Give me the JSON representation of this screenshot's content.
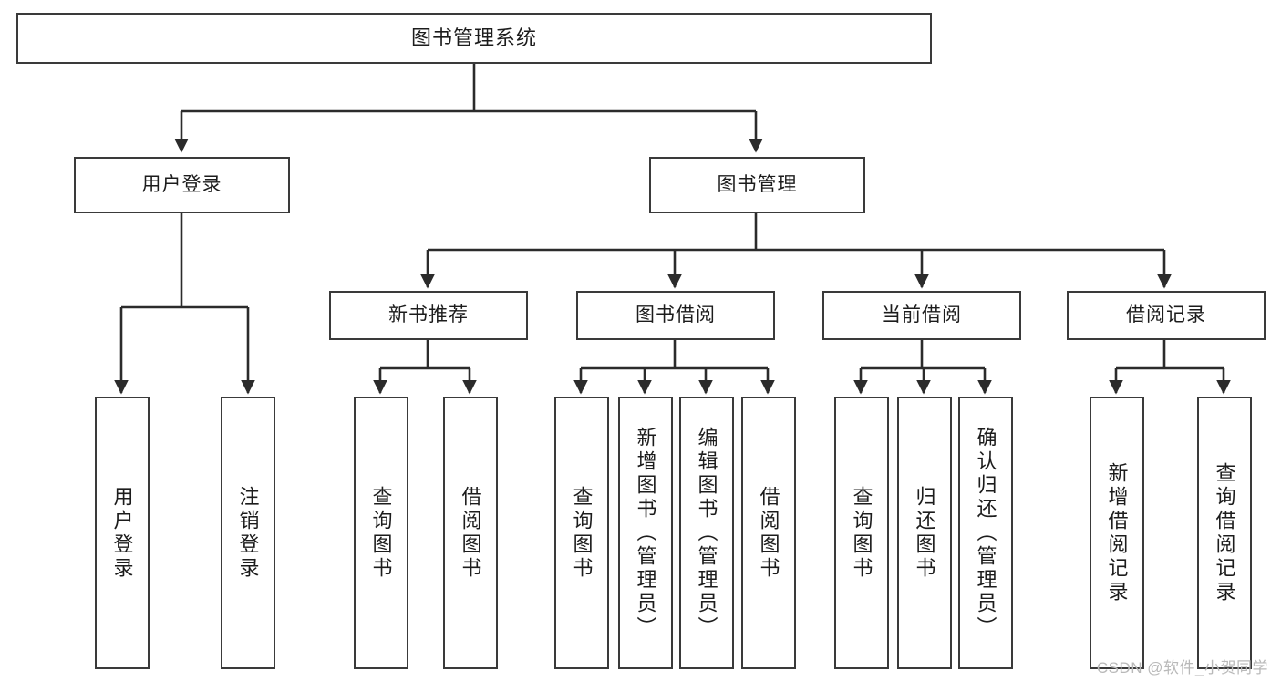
{
  "diagram": {
    "type": "tree-hierarchy",
    "title": "图书管理系统",
    "watermark": "CSDN @软件_小贺同学",
    "colors": {
      "background": "#ffffff",
      "node_border": "#3a3a3a",
      "node_fill": "#ffffff",
      "text": "#1c1c1c",
      "connector": "#2b2b2b",
      "watermark": "#b9b9b9"
    },
    "levels": [
      {
        "level": 1,
        "nodes": [
          {
            "id": "root",
            "label": "图书管理系统",
            "orientation": "horizontal"
          }
        ]
      },
      {
        "level": 2,
        "nodes": [
          {
            "id": "user-login",
            "label": "用户登录",
            "orientation": "horizontal",
            "parent": "root"
          },
          {
            "id": "book-management",
            "label": "图书管理",
            "orientation": "horizontal",
            "parent": "root"
          }
        ]
      },
      {
        "level": 3,
        "nodes": [
          {
            "id": "new-book-recommend",
            "label": "新书推荐",
            "orientation": "horizontal",
            "parent": "book-management"
          },
          {
            "id": "book-borrow",
            "label": "图书借阅",
            "orientation": "horizontal",
            "parent": "book-management"
          },
          {
            "id": "current-borrow",
            "label": "当前借阅",
            "orientation": "horizontal",
            "parent": "book-management"
          },
          {
            "id": "borrow-record",
            "label": "借阅记录",
            "orientation": "horizontal",
            "parent": "book-management"
          }
        ]
      },
      {
        "level": 4,
        "nodes": [
          {
            "id": "leaf-user-login",
            "label": "用户登录",
            "orientation": "vertical",
            "parent": "user-login"
          },
          {
            "id": "leaf-user-logout",
            "label": "注销登录",
            "orientation": "vertical",
            "parent": "user-login"
          },
          {
            "id": "leaf-query-book-recommend",
            "label": "查询图书",
            "orientation": "vertical",
            "parent": "new-book-recommend"
          },
          {
            "id": "leaf-borrow-book-recommend",
            "label": "借阅图书",
            "orientation": "vertical",
            "parent": "new-book-recommend"
          },
          {
            "id": "leaf-query-book-borrow",
            "label": "查询图书",
            "orientation": "vertical",
            "parent": "book-borrow"
          },
          {
            "id": "leaf-add-book-admin",
            "label": "新增图书（管理员）",
            "orientation": "vertical",
            "parent": "book-borrow"
          },
          {
            "id": "leaf-edit-book-admin",
            "label": "编辑图书（管理员）",
            "orientation": "vertical",
            "parent": "book-borrow"
          },
          {
            "id": "leaf-borrow-book",
            "label": "借阅图书",
            "orientation": "vertical",
            "parent": "book-borrow"
          },
          {
            "id": "leaf-query-book-current",
            "label": "查询图书",
            "orientation": "vertical",
            "parent": "current-borrow"
          },
          {
            "id": "leaf-return-book",
            "label": "归还图书",
            "orientation": "vertical",
            "parent": "current-borrow"
          },
          {
            "id": "leaf-confirm-return-admin",
            "label": "确认归还（管理员）",
            "orientation": "vertical",
            "parent": "current-borrow"
          },
          {
            "id": "leaf-add-borrow-record",
            "label": "新增借阅记录",
            "orientation": "vertical",
            "parent": "borrow-record"
          },
          {
            "id": "leaf-query-borrow-record",
            "label": "查询借阅记录",
            "orientation": "vertical",
            "parent": "borrow-record"
          }
        ]
      }
    ]
  }
}
